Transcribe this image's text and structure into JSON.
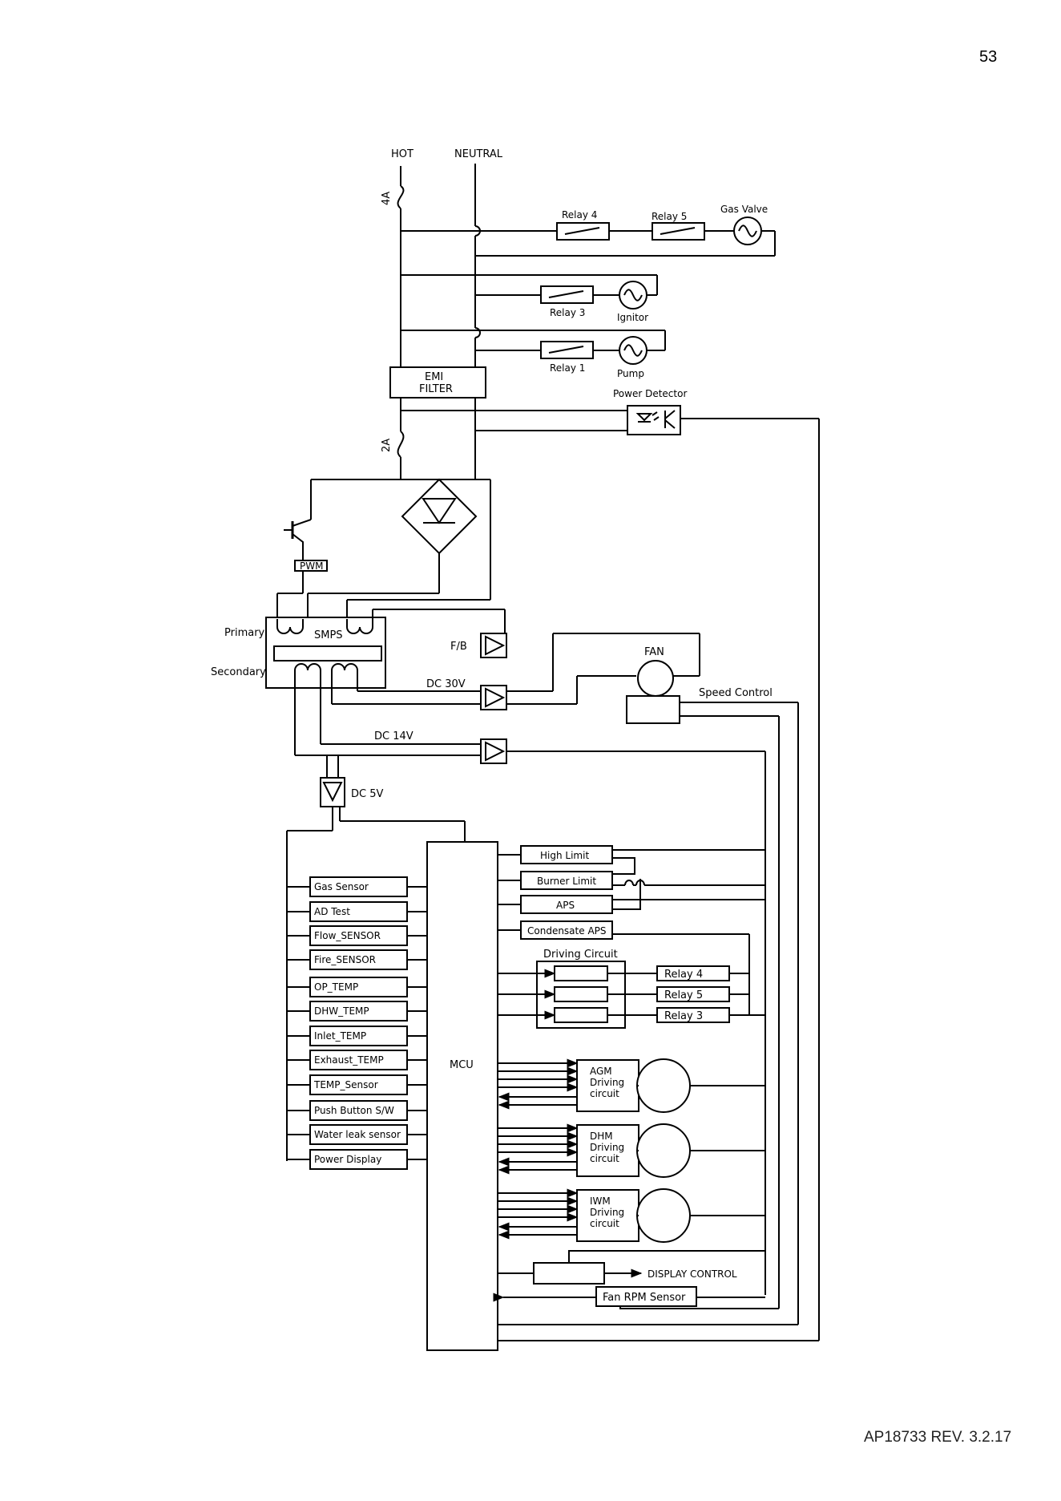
{
  "page": {
    "number": "53",
    "doc_rev": "AP18733 REV.  3.2.17"
  },
  "power": {
    "hot": "HOT",
    "neutral": "NEUTRAL",
    "fuse_main": "4A",
    "fuse_secondary": "2A",
    "emi_line1": "EMI",
    "emi_line2": "FILTER"
  },
  "ac_loads": {
    "relay4": "Relay 4",
    "relay5": "Relay 5",
    "gas_valve": "Gas Valve",
    "relay3": "Relay 3",
    "ignitor": "Ignitor",
    "relay1": "Relay 1",
    "pump": "Pump",
    "power_detector": "Power Detector"
  },
  "smps": {
    "pwm": "PWM",
    "primary": "Primary",
    "smps": "SMPS",
    "secondary": "Secondary",
    "fb": "F/B",
    "dc30": "DC 30V",
    "dc14": "DC 14V",
    "dc5": "DC 5V",
    "fan": "FAN",
    "speed_control": "Speed Control"
  },
  "mcu": {
    "label": "MCU"
  },
  "inputs": [
    "Gas Sensor",
    "AD Test",
    "Flow_SENSOR",
    "Fire_SENSOR",
    "OP_TEMP",
    "DHW_TEMP",
    "Inlet_TEMP",
    "Exhaust_TEMP",
    "TEMP_Sensor",
    "Push Button S/W",
    "Water leak sensor",
    "Power Display"
  ],
  "limits": [
    "High Limit",
    "Burner Limit",
    "APS",
    "Condensate APS"
  ],
  "driving": {
    "title": "Driving Circuit",
    "relays": [
      "Relay 4",
      "Relay 5",
      "Relay 3"
    ]
  },
  "motors": [
    {
      "l1": "AGM",
      "l2": "Driving",
      "l3": "circuit"
    },
    {
      "l1": "DHM",
      "l2": "Driving",
      "l3": "circuit"
    },
    {
      "l1": "IWM",
      "l2": "Driving",
      "l3": "circuit"
    }
  ],
  "outputs": {
    "display_control": "DISPLAY CONTROL",
    "fan_rpm": "Fan RPM Sensor"
  }
}
